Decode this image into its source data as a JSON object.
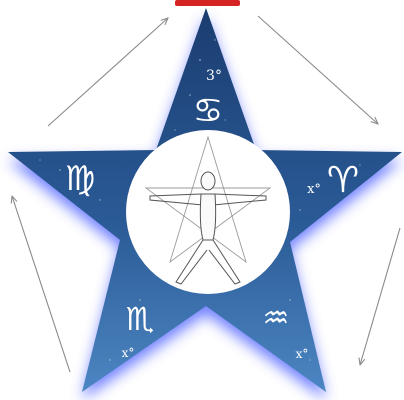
{
  "top_label": "",
  "colors": {
    "star_dark": "#173a6a",
    "star_light": "#3f7cb8",
    "glow": "#5a6cff",
    "arrow": "#8a8a8a",
    "top_accent": "#d52222"
  },
  "points": [
    {
      "position": "top",
      "sign": "♋",
      "sign_name": "cancer",
      "degree": "3°"
    },
    {
      "position": "upper-right",
      "sign": "♈",
      "sign_name": "aries",
      "degree": "x°"
    },
    {
      "position": "lower-right",
      "sign": "♒",
      "sign_name": "aquarius",
      "degree": "x°"
    },
    {
      "position": "lower-left",
      "sign": "♏",
      "sign_name": "scorpio",
      "degree": "x°"
    },
    {
      "position": "upper-left",
      "sign": "♍",
      "sign_name": "virgo",
      "degree": ""
    }
  ],
  "center_figure": "vitruvian-human-figure-in-pentagram",
  "arrows": "clockwise-around-star"
}
